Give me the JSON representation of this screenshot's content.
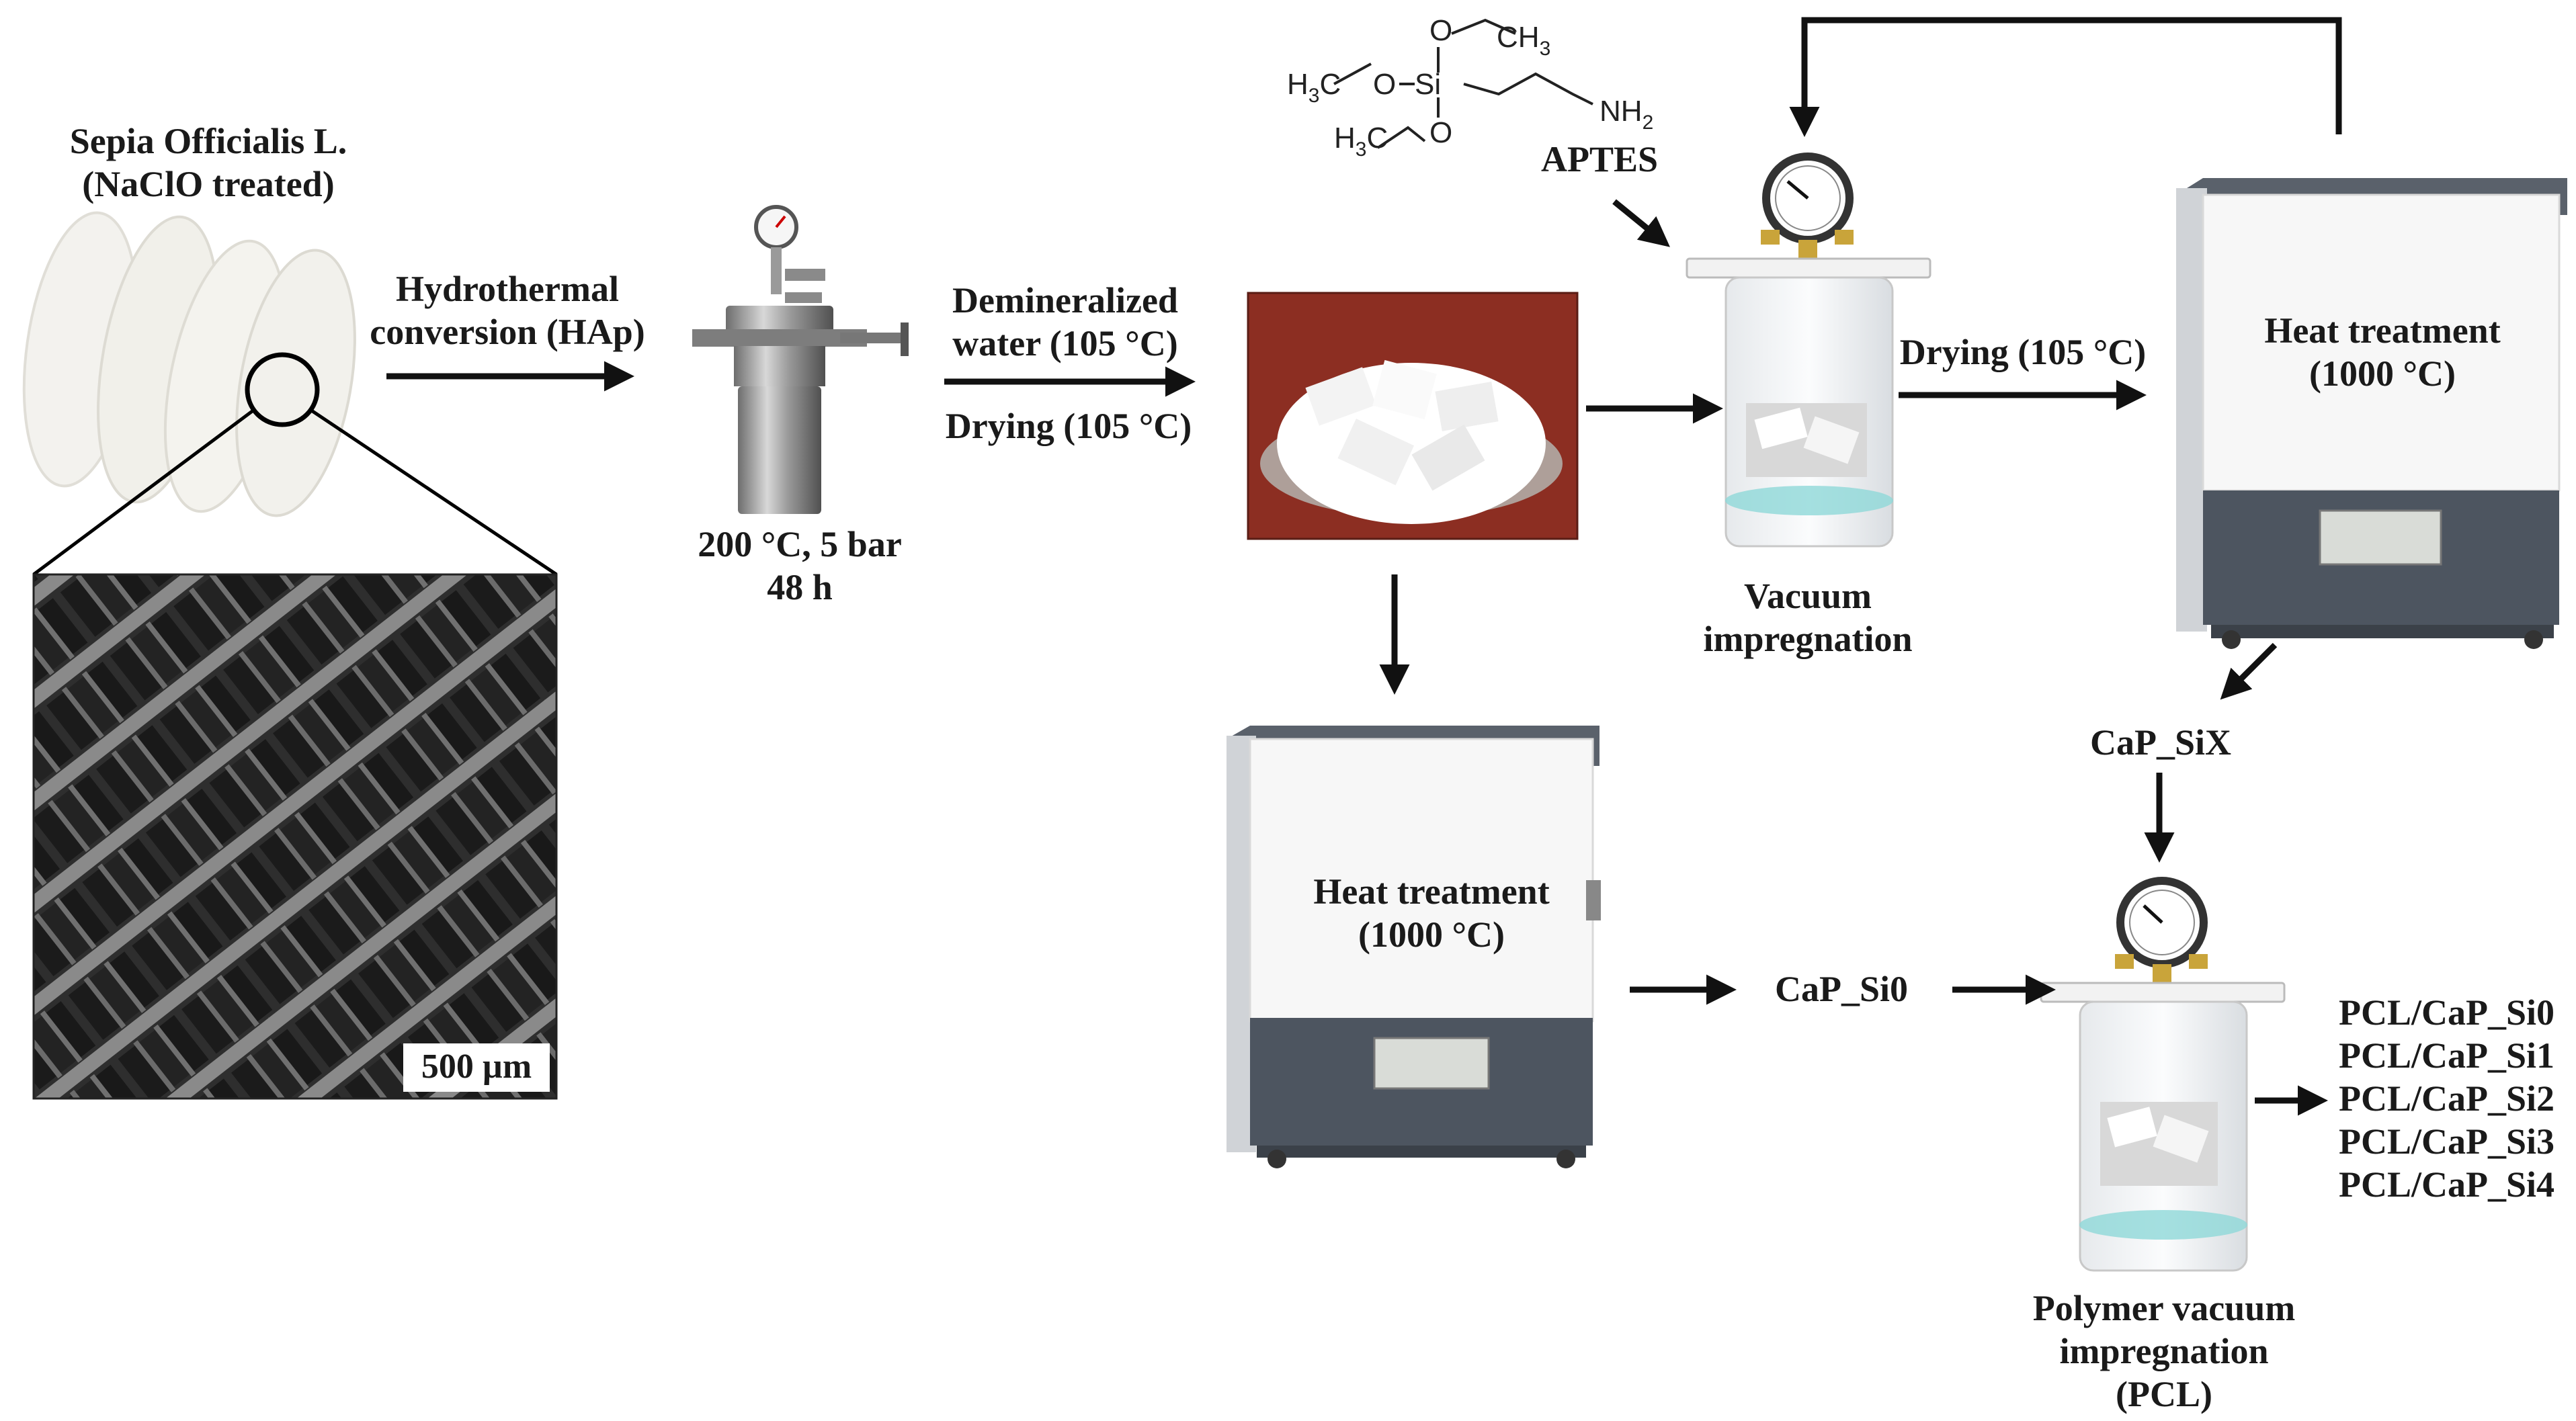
{
  "source": {
    "name": "Sepia Officialis L.",
    "treatment": "(NaClO treated)",
    "scale_bar": "500 µm"
  },
  "step_hydrothermal": {
    "line1": "Hydrothermal",
    "line2": "conversion (HAp)",
    "conditions_line1": "200 °C, 5 bar",
    "conditions_line2": "48 h"
  },
  "step_wash": {
    "line1": "Demineralized",
    "line2": "water (105 °C)",
    "drying": "Drying (105 °C)"
  },
  "aptes": {
    "name": "APTES",
    "formula": {
      "o": "O",
      "si": "Si",
      "ch3": "CH",
      "h3c_left": "H",
      "three": "3",
      "c": "C",
      "nh2": "NH",
      "two": "2"
    }
  },
  "vacuum_impregnation": {
    "line1": "Vacuum",
    "line2": "impregnation"
  },
  "drying_after_vacuum": "Drying (105 °C)",
  "heat_treatment_top": {
    "line1": "Heat  treatment",
    "line2": "(1000 °C)"
  },
  "heat_treatment_bottom": {
    "line1": "Heat  treatment",
    "line2": "(1000 °C)"
  },
  "product_six": "CaP_SiX",
  "product_si0": "CaP_Si0",
  "polymer_impregnation": {
    "line1": "Polymer vacuum",
    "line2": "impregnation",
    "line3": "(PCL)"
  },
  "final_products": [
    "PCL/CaP_Si0",
    "PCL/CaP_Si1",
    "PCL/CaP_Si2",
    "PCL/CaP_Si3",
    "PCL/CaP_Si4"
  ],
  "colors": {
    "arrow": "#111111",
    "furnace_body": "#f4f4f4",
    "furnace_base": "#4d5560",
    "sem_bg": "#3a3a3a",
    "sample_photo_bg": "#8c2e22",
    "water_tint": "#8fd8d8"
  }
}
